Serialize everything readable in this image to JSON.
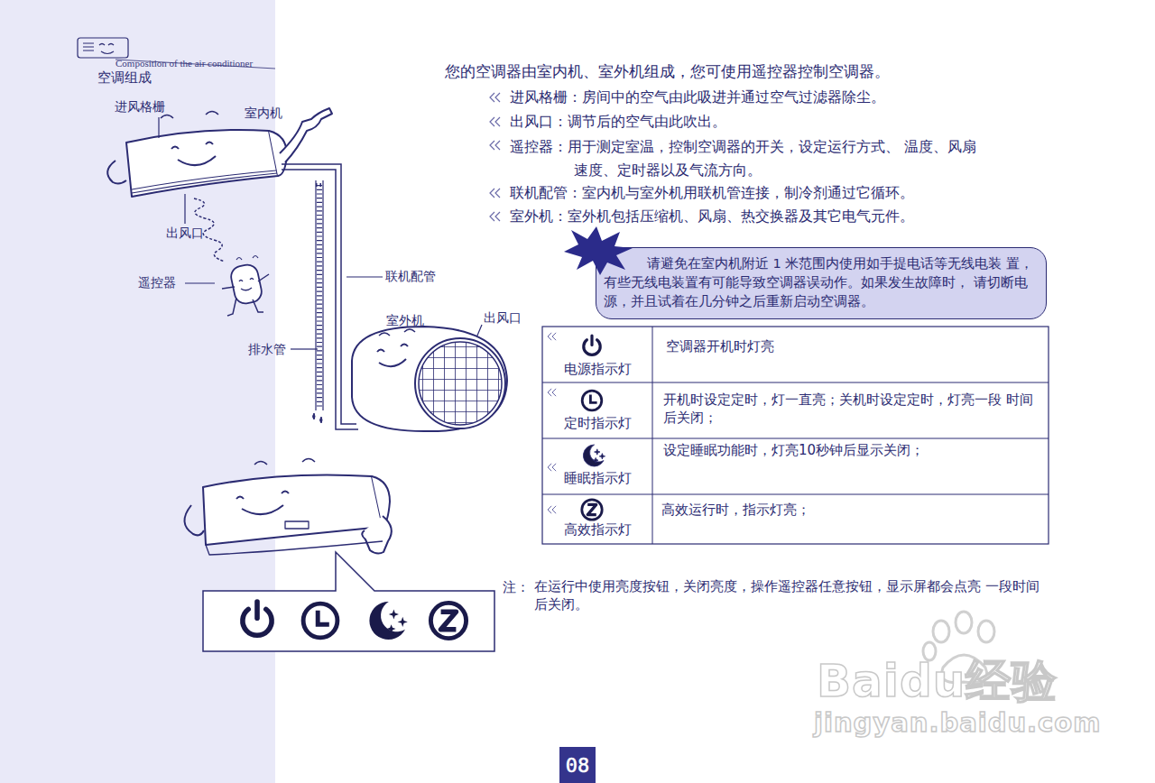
{
  "diagram": {
    "nodes": [
      {
        "text": [
          "请避免在室内机附近 1 米范围内使用如手提电话等无线电装 置，有些无线电装置有可能导致空调器误动作。如果发生故障时， 请切断电源，并且试着在几分钟之后重新启动空调器。"
        ]
      },
      {
        "text": [
          "08"
        ]
      }
    ],
    "labels": [
      "Composition of the air conditioner",
      "空调组成",
      "进风格栅",
      "室内机",
      "出风口",
      "遥控器",
      "联机配管",
      "排水管",
      "室外机",
      "出风口",
      "您的空调器由室内机、室外机组成，您可使用遥控器控制空调器。",
      "进风格栅：房间中的空气由此吸进并通过空气过滤器除尘。",
      "出风口：调节后的空气由此吹出。",
      "遥控器：用于测定室温，控制空调器的开关，设定运行方式、 温度、风扇速度、定时器以及气流方向。",
      "联机配管：室内机与室外机用联机管连接，制冷剂通过它循环。",
      "室外机：室外机包括压缩机、风扇、热交换器及其它电气元件。",
      "电源指示灯",
      "空调器开机时灯亮",
      "定时指示灯",
      "开机时设定定时，灯一直亮；关机时设定定时，灯亮一段 时间后关闭；",
      "睡眠指示灯",
      "设定睡眠功能时，灯亮10秒钟后显示关闭；",
      "高效指示灯",
      "高效运行时，指示灯亮；",
      "注：",
      "在运行中使用亮度按钮，关闭亮度，操作遥控器任意按钮，显示屏都会点亮 一段时间后关闭。",
      "Baidu经验",
      "jingyan.baidu.com"
    ]
  }
}
